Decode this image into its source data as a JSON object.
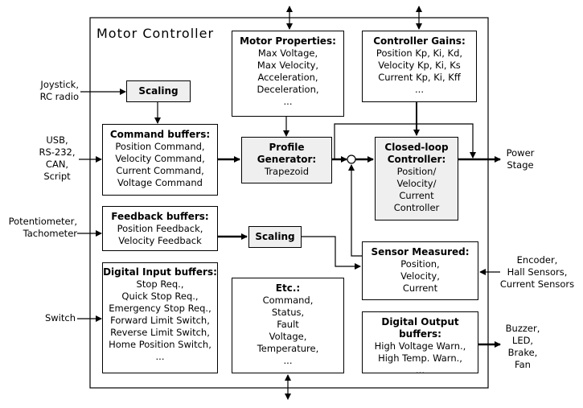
{
  "controller_title": "Motor Controller",
  "motor_properties": {
    "title": "Motor Properties:",
    "lines": [
      "Max Voltage,",
      "Max Velocity,",
      "Acceleration,",
      "Deceleration,",
      "..."
    ]
  },
  "controller_gains": {
    "title": "Controller Gains:",
    "lines": [
      "Position Kp, Ki, Kd,",
      "Velocity Kp, Ki, Ks",
      "Current Kp, Ki, Kff",
      "..."
    ]
  },
  "scaling_top": {
    "title": "Scaling"
  },
  "scaling_mid": {
    "title": "Scaling"
  },
  "command_buffers": {
    "title": "Command buffers:",
    "lines": [
      "Position Command,",
      "Velocity Command,",
      "Current Command,",
      "Voltage Command"
    ]
  },
  "profile_generator": {
    "title_lines": [
      "Profile",
      "Generator:"
    ],
    "lines": [
      "Trapezoid"
    ]
  },
  "closed_loop": {
    "title_lines": [
      "Closed-loop",
      "Controller:"
    ],
    "lines": [
      "Position/",
      "Velocity/",
      "Current",
      "Controller"
    ]
  },
  "feedback_buffers": {
    "title": "Feedback buffers:",
    "lines": [
      "Position Feedback,",
      "Velocity Feedback"
    ]
  },
  "sensor_measured": {
    "title": "Sensor Measured:",
    "lines": [
      "Position,",
      "Velocity,",
      "Current"
    ]
  },
  "digital_input": {
    "title": "Digital Input buffers:",
    "lines": [
      "Stop Req.,",
      "Quick Stop Req.,",
      "Emergency Stop Req.,",
      "Forward Limit Switch,",
      "Reverse Limit Switch,",
      "Home Position Switch,",
      "..."
    ]
  },
  "etc": {
    "title": "Etc.:",
    "lines": [
      "Command,",
      "Status,",
      "Fault",
      "Voltage,",
      "Temperature,",
      "..."
    ]
  },
  "digital_output": {
    "title": "Digital Output buffers:",
    "lines": [
      "High Voltage Warn.,",
      "High Temp. Warn.,",
      "..."
    ]
  },
  "external": {
    "joystick": [
      "Joystick,",
      "RC radio"
    ],
    "comms": [
      "USB,",
      "RS-232,",
      "CAN,",
      "Script"
    ],
    "potentiometer": [
      "Potentiometer,",
      "Tachometer"
    ],
    "switch": [
      "Switch"
    ],
    "power_stage": [
      "Power",
      "Stage"
    ],
    "encoder": [
      "Encoder,",
      "Hall Sensors,",
      "Current Sensors"
    ],
    "buzzer": [
      "Buzzer,",
      "LED,",
      "Brake,",
      "Fan"
    ]
  }
}
